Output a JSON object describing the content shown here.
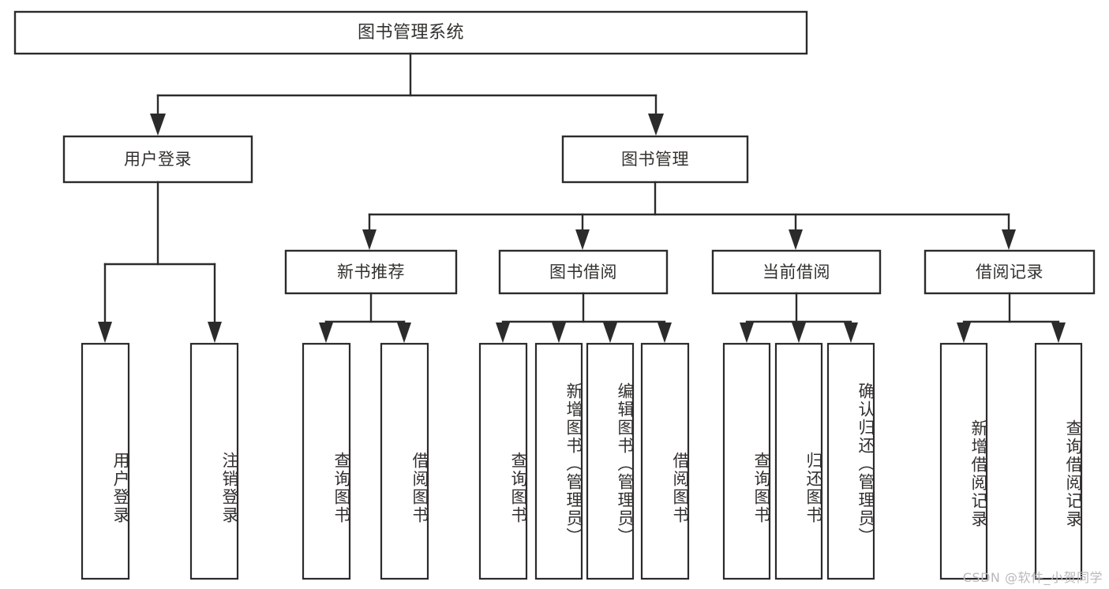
{
  "diagram": {
    "type": "tree-hierarchy",
    "title": "图书管理系统",
    "watermark": "CSDN @软件_小贺同学",
    "colors": {
      "box_stroke": "#2b2b2b",
      "box_fill": "#ffffff",
      "text": "#33312f",
      "background": "#ffffff",
      "watermark": "#b9b9b9"
    },
    "root": {
      "label": "图书管理系统"
    },
    "level2": [
      {
        "label": "用户登录"
      },
      {
        "label": "图书管理"
      }
    ],
    "level3": [
      {
        "label": "新书推荐"
      },
      {
        "label": "图书借阅"
      },
      {
        "label": "当前借阅"
      },
      {
        "label": "借阅记录"
      }
    ],
    "leaves": {
      "user_login": [
        {
          "label": "用户登录"
        },
        {
          "label": "注销登录"
        }
      ],
      "new_book_recommend": [
        {
          "label": "查询图书"
        },
        {
          "label": "借阅图书"
        }
      ],
      "book_borrow": [
        {
          "label": "查询图书"
        },
        {
          "label": "新增图书（管理员）"
        },
        {
          "label": "编辑图书（管理员）"
        },
        {
          "label": "借阅图书"
        }
      ],
      "current_borrow": [
        {
          "label": "查询图书"
        },
        {
          "label": "归还图书"
        },
        {
          "label": "确认归还（管理员）"
        }
      ],
      "borrow_record": [
        {
          "label": "新增借阅记录"
        },
        {
          "label": "查询借阅记录"
        }
      ]
    }
  }
}
